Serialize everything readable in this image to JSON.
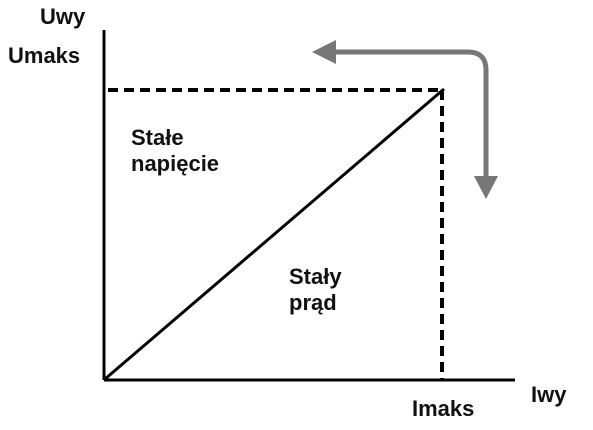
{
  "labels": {
    "y_axis": "Uwy",
    "y_max": "Umaks",
    "x_axis": "Iwy",
    "x_max": "Imaks",
    "region_voltage": "Stałe\nnapięcie",
    "region_current": "Stały\nprąd"
  },
  "colors": {
    "axes": "#000000",
    "text": "#111111",
    "arrow": "#777777"
  }
}
